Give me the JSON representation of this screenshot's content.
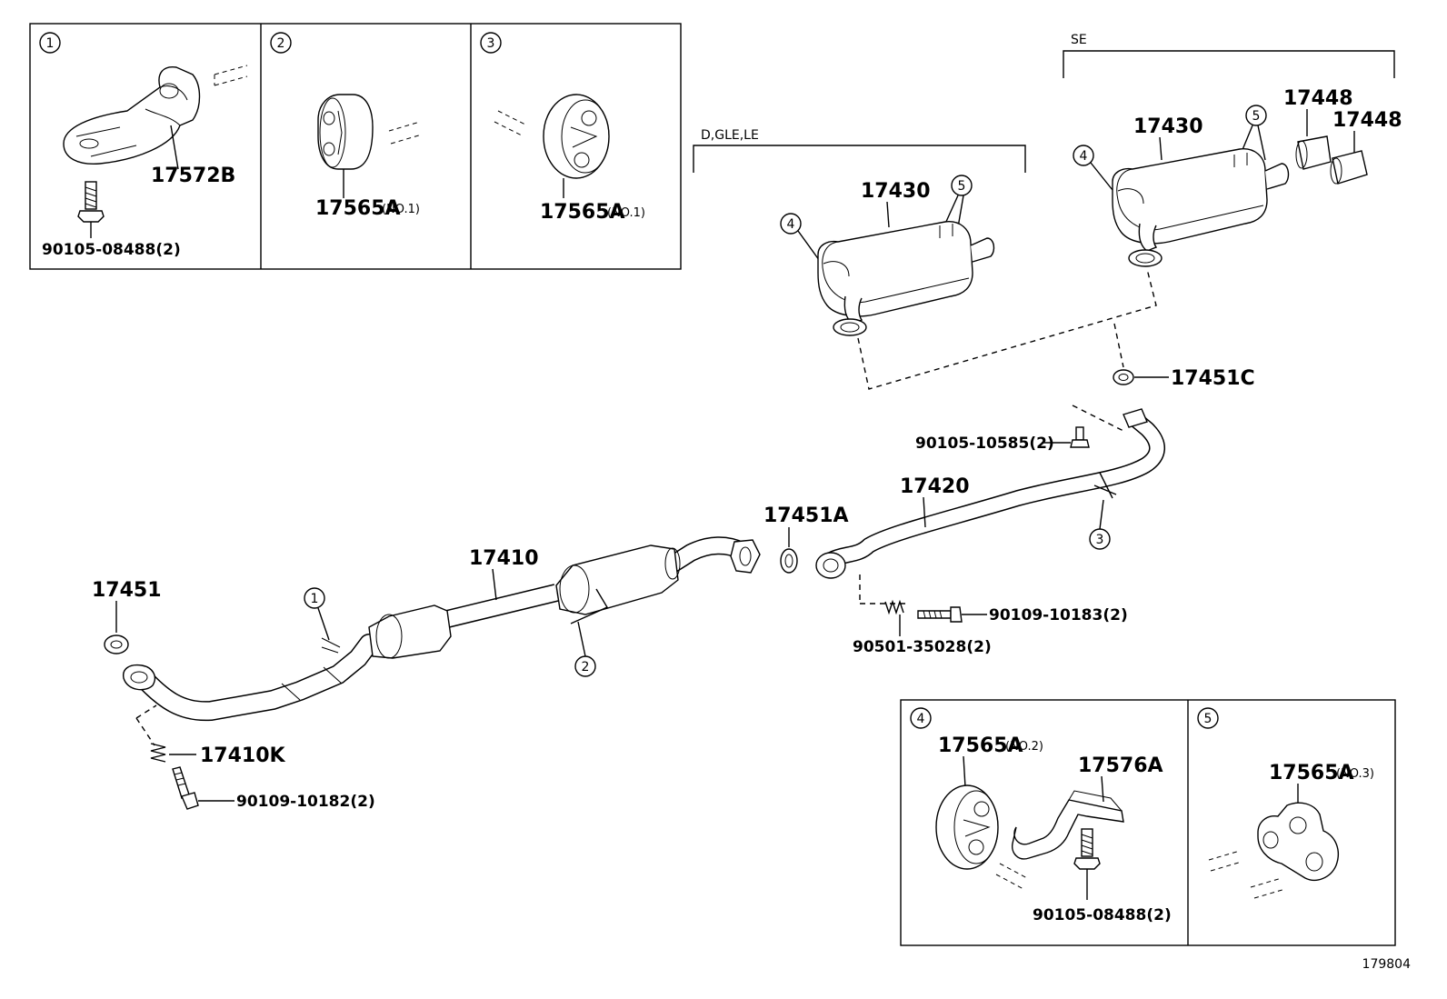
{
  "insets": {
    "i1": {
      "badge": "1",
      "part": "17572B",
      "bolt": "90105-08488(2)"
    },
    "i2": {
      "badge": "2",
      "part": "17565A",
      "note": "(NO.1)"
    },
    "i3": {
      "badge": "3",
      "part": "17565A",
      "note": "(NO.1)"
    },
    "i4": {
      "badge": "4",
      "part_a": "17565A",
      "note_a": "(NO.2)",
      "part_b": "17576A",
      "bolt": "90105-08488(2)"
    },
    "i5": {
      "badge": "5",
      "part": "17565A",
      "note": "(NO.3)"
    }
  },
  "groups": {
    "dgle": {
      "label": "D,GLE,LE",
      "muffler": "17430",
      "c4": "4",
      "c5": "5"
    },
    "se": {
      "label": "SE",
      "muffler": "17430",
      "c4": "4",
      "c5": "5",
      "tip_a": "17448",
      "tip_b": "17448"
    }
  },
  "parts": {
    "gasket_c": "17451C",
    "bolt_mid": "90105-10585(2)",
    "tail_pipe": "17420",
    "gasket_a": "17451A",
    "front_pipe": "17410",
    "gasket_front": "17451",
    "spring_front": "17410K",
    "bolt_front": "90109-10182(2)",
    "bolt_center": "90109-10183(2)",
    "spring_center": "90501-35028(2)",
    "c1": "1",
    "c2": "2",
    "c3": "3"
  },
  "footer": {
    "diagram_number": "179804"
  }
}
